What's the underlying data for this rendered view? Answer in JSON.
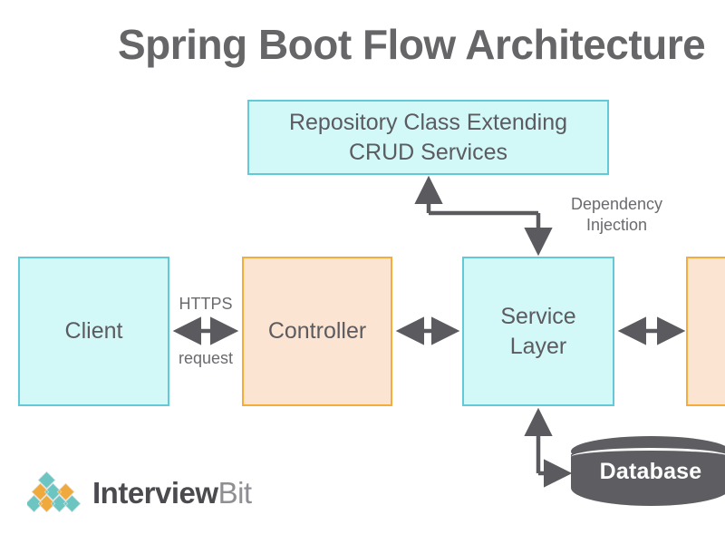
{
  "page": {
    "title": "Spring Boot Flow Architecture",
    "background_color": "#ffffff"
  },
  "palette": {
    "cyan_fill": "#d3f8f8",
    "cyan_border": "#63c9d6",
    "orange_fill": "#fbe4d1",
    "orange_border": "#f7ab38",
    "text_gray": "#5b5b60",
    "arrow_gray": "#5a5a5f",
    "database_gray": "#5d5d62",
    "logo_teal": "#6cc5c0",
    "logo_orange": "#f0a93c"
  },
  "nodes": {
    "repository": {
      "label": "Repository Class Extending CRUD Services",
      "style": "cyan"
    },
    "client": {
      "label": "Client",
      "style": "cyan"
    },
    "controller": {
      "label": "Controller",
      "style": "orange"
    },
    "service": {
      "label": "Service Layer",
      "style": "cyan"
    },
    "right_partial": {
      "label": "",
      "style": "orange"
    },
    "database": {
      "label": "Database",
      "style": "cylinder"
    }
  },
  "edges": {
    "https_label": "HTTPS",
    "request_label": "request",
    "dependency_injection_label": "Dependency\nInjection"
  },
  "logo": {
    "text_primary": "Interview",
    "text_secondary": "Bit",
    "mark_rows": [
      [
        "teal"
      ],
      [
        "orange",
        "teal",
        "orange"
      ],
      [
        "teal",
        "orange",
        "teal",
        "teal"
      ]
    ]
  }
}
